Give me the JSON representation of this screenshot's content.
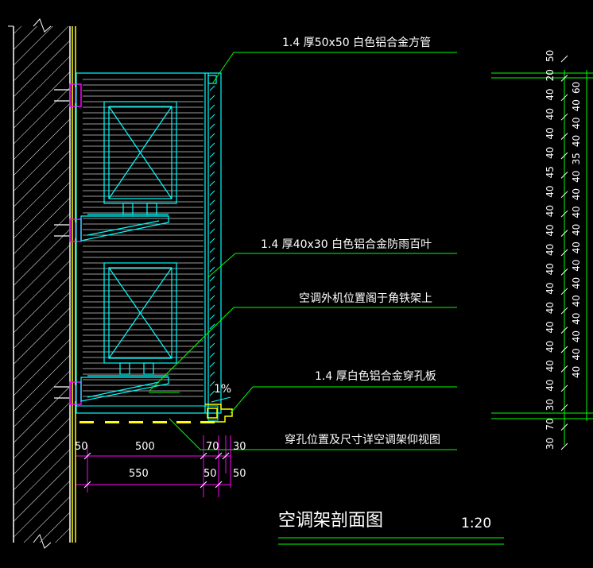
{
  "title": "空调架剖面图",
  "scale": "1:20",
  "annotations": {
    "tube": "1.4  厚50x50  白色铝合金方管",
    "louver": "1.4  厚40x30  白色铝合金防雨百叶",
    "ac_unit": "空调外机位置阁于角铁架上",
    "perforated": "1.4  厚白色铝合金穿孔板",
    "holes": "穿孔位置及尺寸详空调架仰视图",
    "slope": "1%"
  },
  "bottom_dims": {
    "row1": [
      "50",
      "500",
      "70",
      "30"
    ],
    "row2": [
      "550",
      "50",
      "50"
    ]
  },
  "right_dims": {
    "col1": [
      "50",
      "20",
      "40",
      "40",
      "40",
      "40",
      "45",
      "40",
      "40",
      "40",
      "40",
      "40",
      "40",
      "40",
      "40",
      "40",
      "40",
      "40",
      "30",
      "70",
      "30"
    ],
    "col2": [
      "60",
      "40",
      "40",
      "40",
      "35",
      "40",
      "40",
      "40",
      "40",
      "40",
      "40",
      "40",
      "40",
      "40",
      "40",
      "40",
      "40"
    ]
  },
  "colors": {
    "background": "#000000",
    "wall": "#ffffff",
    "frame": "#00ffff",
    "louver": "#808080",
    "leader": "#00ff00",
    "dimension": "#ff00ff",
    "facade": "#ffff00"
  }
}
